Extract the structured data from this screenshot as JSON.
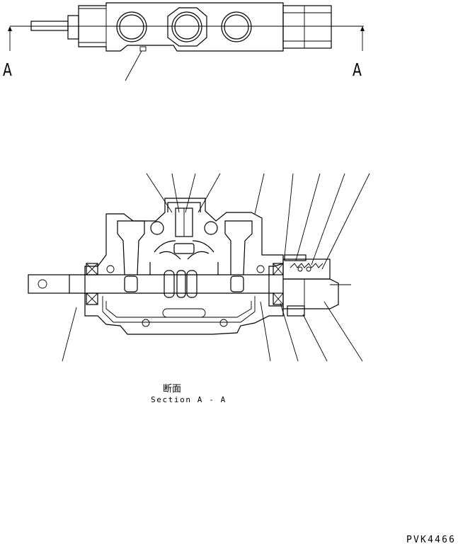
{
  "section_marks": {
    "left": "A",
    "right": "A"
  },
  "caption": {
    "japanese": "断面",
    "english": "Section A - A"
  },
  "drawing_number": "PVK4466"
}
